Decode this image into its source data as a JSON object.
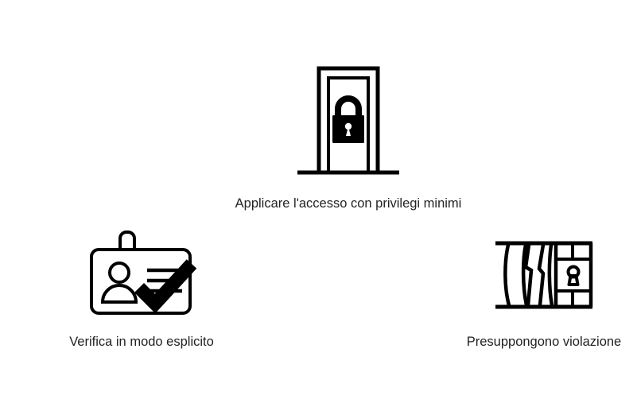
{
  "diagram": {
    "kind": "zero-trust-principles-diagram",
    "background_color": "#ffffff",
    "stroke_color": "#000000",
    "text_color": "#232323",
    "principles": [
      {
        "id": "least-privilege",
        "label": "Applicare l'accesso con privilegi minimi",
        "icon": "door-with-padlock-icon",
        "position": "top-center"
      },
      {
        "id": "verify-explicitly",
        "label": "Verifica in modo esplicito",
        "icon": "id-badge-with-checkmark-icon",
        "position": "bottom-left"
      },
      {
        "id": "assume-breach",
        "label": "Presuppongono violazione",
        "icon": "breached-wall-with-keyhole-icon",
        "position": "bottom-right"
      }
    ]
  }
}
